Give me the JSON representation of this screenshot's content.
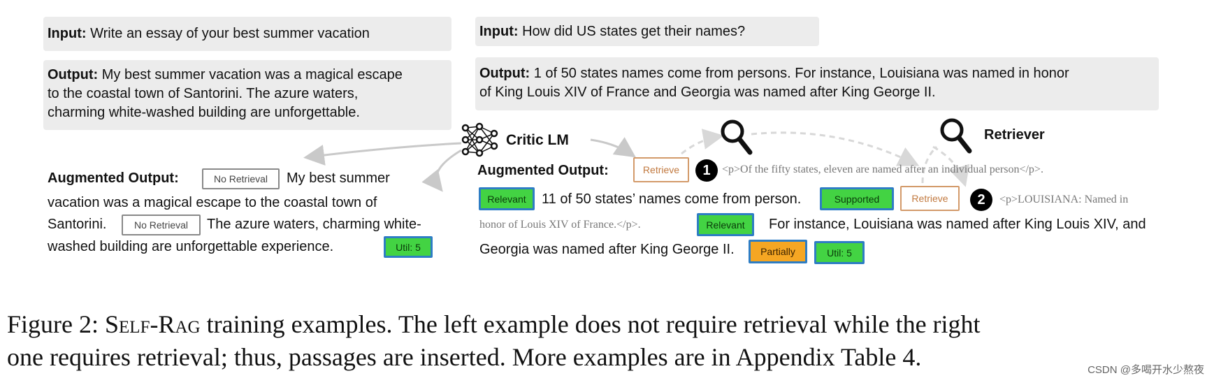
{
  "left": {
    "input_label": "Input:",
    "input_text": "Write an essay of your best summer vacation",
    "output_label": "Output:",
    "output_lines": [
      "My best summer vacation was a magical escape",
      "to the coastal town of Santorini. The azure waters,",
      "charming white-washed building are unforgettable."
    ],
    "aug_label": "Augmented Output:",
    "no_retrieval_tag": "No Retrieval",
    "aug_line1": "My best summer",
    "aug_line2": "vacation was a magical escape to the coastal town of",
    "aug_line3a": "Santorini.",
    "aug_line3b": "The azure waters, charming white-",
    "aug_line4": "washed building are unforgettable experience.",
    "util_tag": "Util: 5"
  },
  "right": {
    "input_label": "Input:",
    "input_text": "How did US states get their names?",
    "output_label": "Output:",
    "output_lines": [
      "1 of 50 states names come from persons. For instance, Louisiana was named in honor",
      "of King Louis XIV of France and Georgia was named after King George II."
    ],
    "critic_label": "Critic LM",
    "retriever_label": "Retriever",
    "aug_label": "Augmented Output:",
    "retrieve_tag": "Retrieve",
    "marker1": "1",
    "marker2": "2",
    "passage1": "<p>Of the fifty states, eleven are named after an individual person</p>.",
    "relevant_tag": "Relevant",
    "sentence1": "11 of 50 states’ names come from person.",
    "supported_tag": "Supported",
    "passage2a": "<p>LOUISIANA: Named in",
    "passage2b": "honor of Louis XIV of France.</p>.",
    "sentence2a": "For instance, Louisiana was named after King Louis XIV, and",
    "sentence2b": "Georgia was named after King George II.",
    "partially_tag": "Partially",
    "util_tag": "Util: 5"
  },
  "caption": {
    "prefix": "Figure 2:",
    "self": "Self",
    "dash": "-",
    "rag": "Rag",
    "rest1": " training examples. The left example does not require retrieval while the right",
    "line2": "one requires retrieval; thus, passages are inserted. More examples are in Appendix Table 4."
  },
  "watermark": "CSDN @多喝开水少熬夜",
  "colors": {
    "box_bg": "#ececec",
    "green_tag": "#43d343",
    "orange_tag": "#f5a623",
    "tag_border_blue": "#2e7dc4",
    "retrieve_border": "#d39a6a"
  },
  "icons": [
    "neural-network-icon",
    "magnifier-icon",
    "magnifier-icon"
  ]
}
